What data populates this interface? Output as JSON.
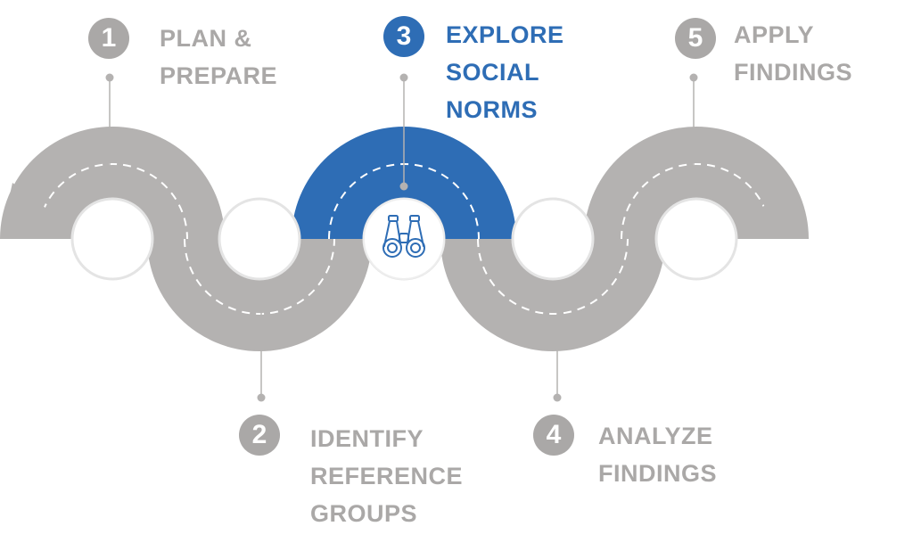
{
  "colors": {
    "road": "#b4b2b1",
    "muted": "#aaa8a7",
    "active": "#2e6db5",
    "connector": "#b4b2b1",
    "hub_ring": "#e4e4e4",
    "dash": "#ffffff"
  },
  "active_step": 3,
  "steps": [
    {
      "number": "1",
      "lines": [
        "PLAN &",
        "PREPARE"
      ],
      "active": false
    },
    {
      "number": "2",
      "lines": [
        "IDENTIFY",
        "REFERENCE",
        "GROUPS"
      ],
      "active": false
    },
    {
      "number": "3",
      "lines": [
        "EXPLORE",
        "SOCIAL",
        "NORMS"
      ],
      "active": true,
      "icon": "binoculars-icon"
    },
    {
      "number": "4",
      "lines": [
        "ANALYZE",
        "FINDINGS"
      ],
      "active": false
    },
    {
      "number": "5",
      "lines": [
        "APPLY",
        "FINDINGS"
      ],
      "active": false
    }
  ]
}
